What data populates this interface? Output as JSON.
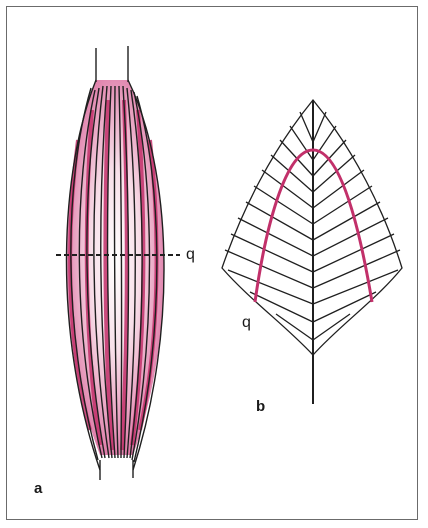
{
  "figure": {
    "panel_a": {
      "label": "a",
      "section_label": "q"
    },
    "panel_b": {
      "label": "b",
      "section_label": "q"
    },
    "colors": {
      "outline": "#1f1f1f",
      "fiber_pink": "#c2306a",
      "fiber_pink_light": "#e9a3bf",
      "border": "#6b6b6b"
    }
  }
}
